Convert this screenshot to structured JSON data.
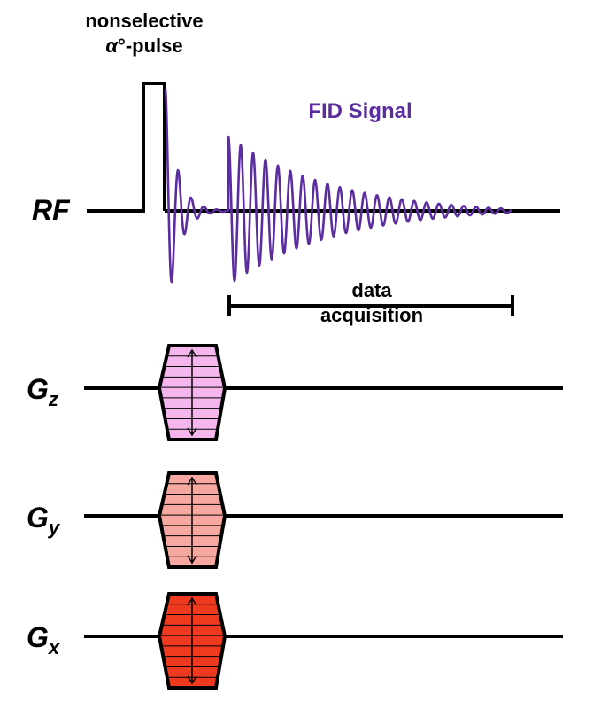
{
  "pulse": {
    "line1": "nonselective",
    "alpha": "α",
    "line2_rest": "°-pulse"
  },
  "signal": {
    "label": "FID Signal",
    "color": "#5b2d9e"
  },
  "acquisition": {
    "line1": "data",
    "line2": "acquisition"
  },
  "axes": {
    "rf": "RF",
    "gz": {
      "main": "G",
      "sub": "z"
    },
    "gy": {
      "main": "G",
      "sub": "y"
    },
    "gx": {
      "main": "G",
      "sub": "x"
    }
  },
  "gradients": {
    "gz_fill": "#f5b6ee",
    "gy_fill": "#f7a8a0",
    "gx_fill": "#f03a20",
    "line_color": "#000000"
  }
}
